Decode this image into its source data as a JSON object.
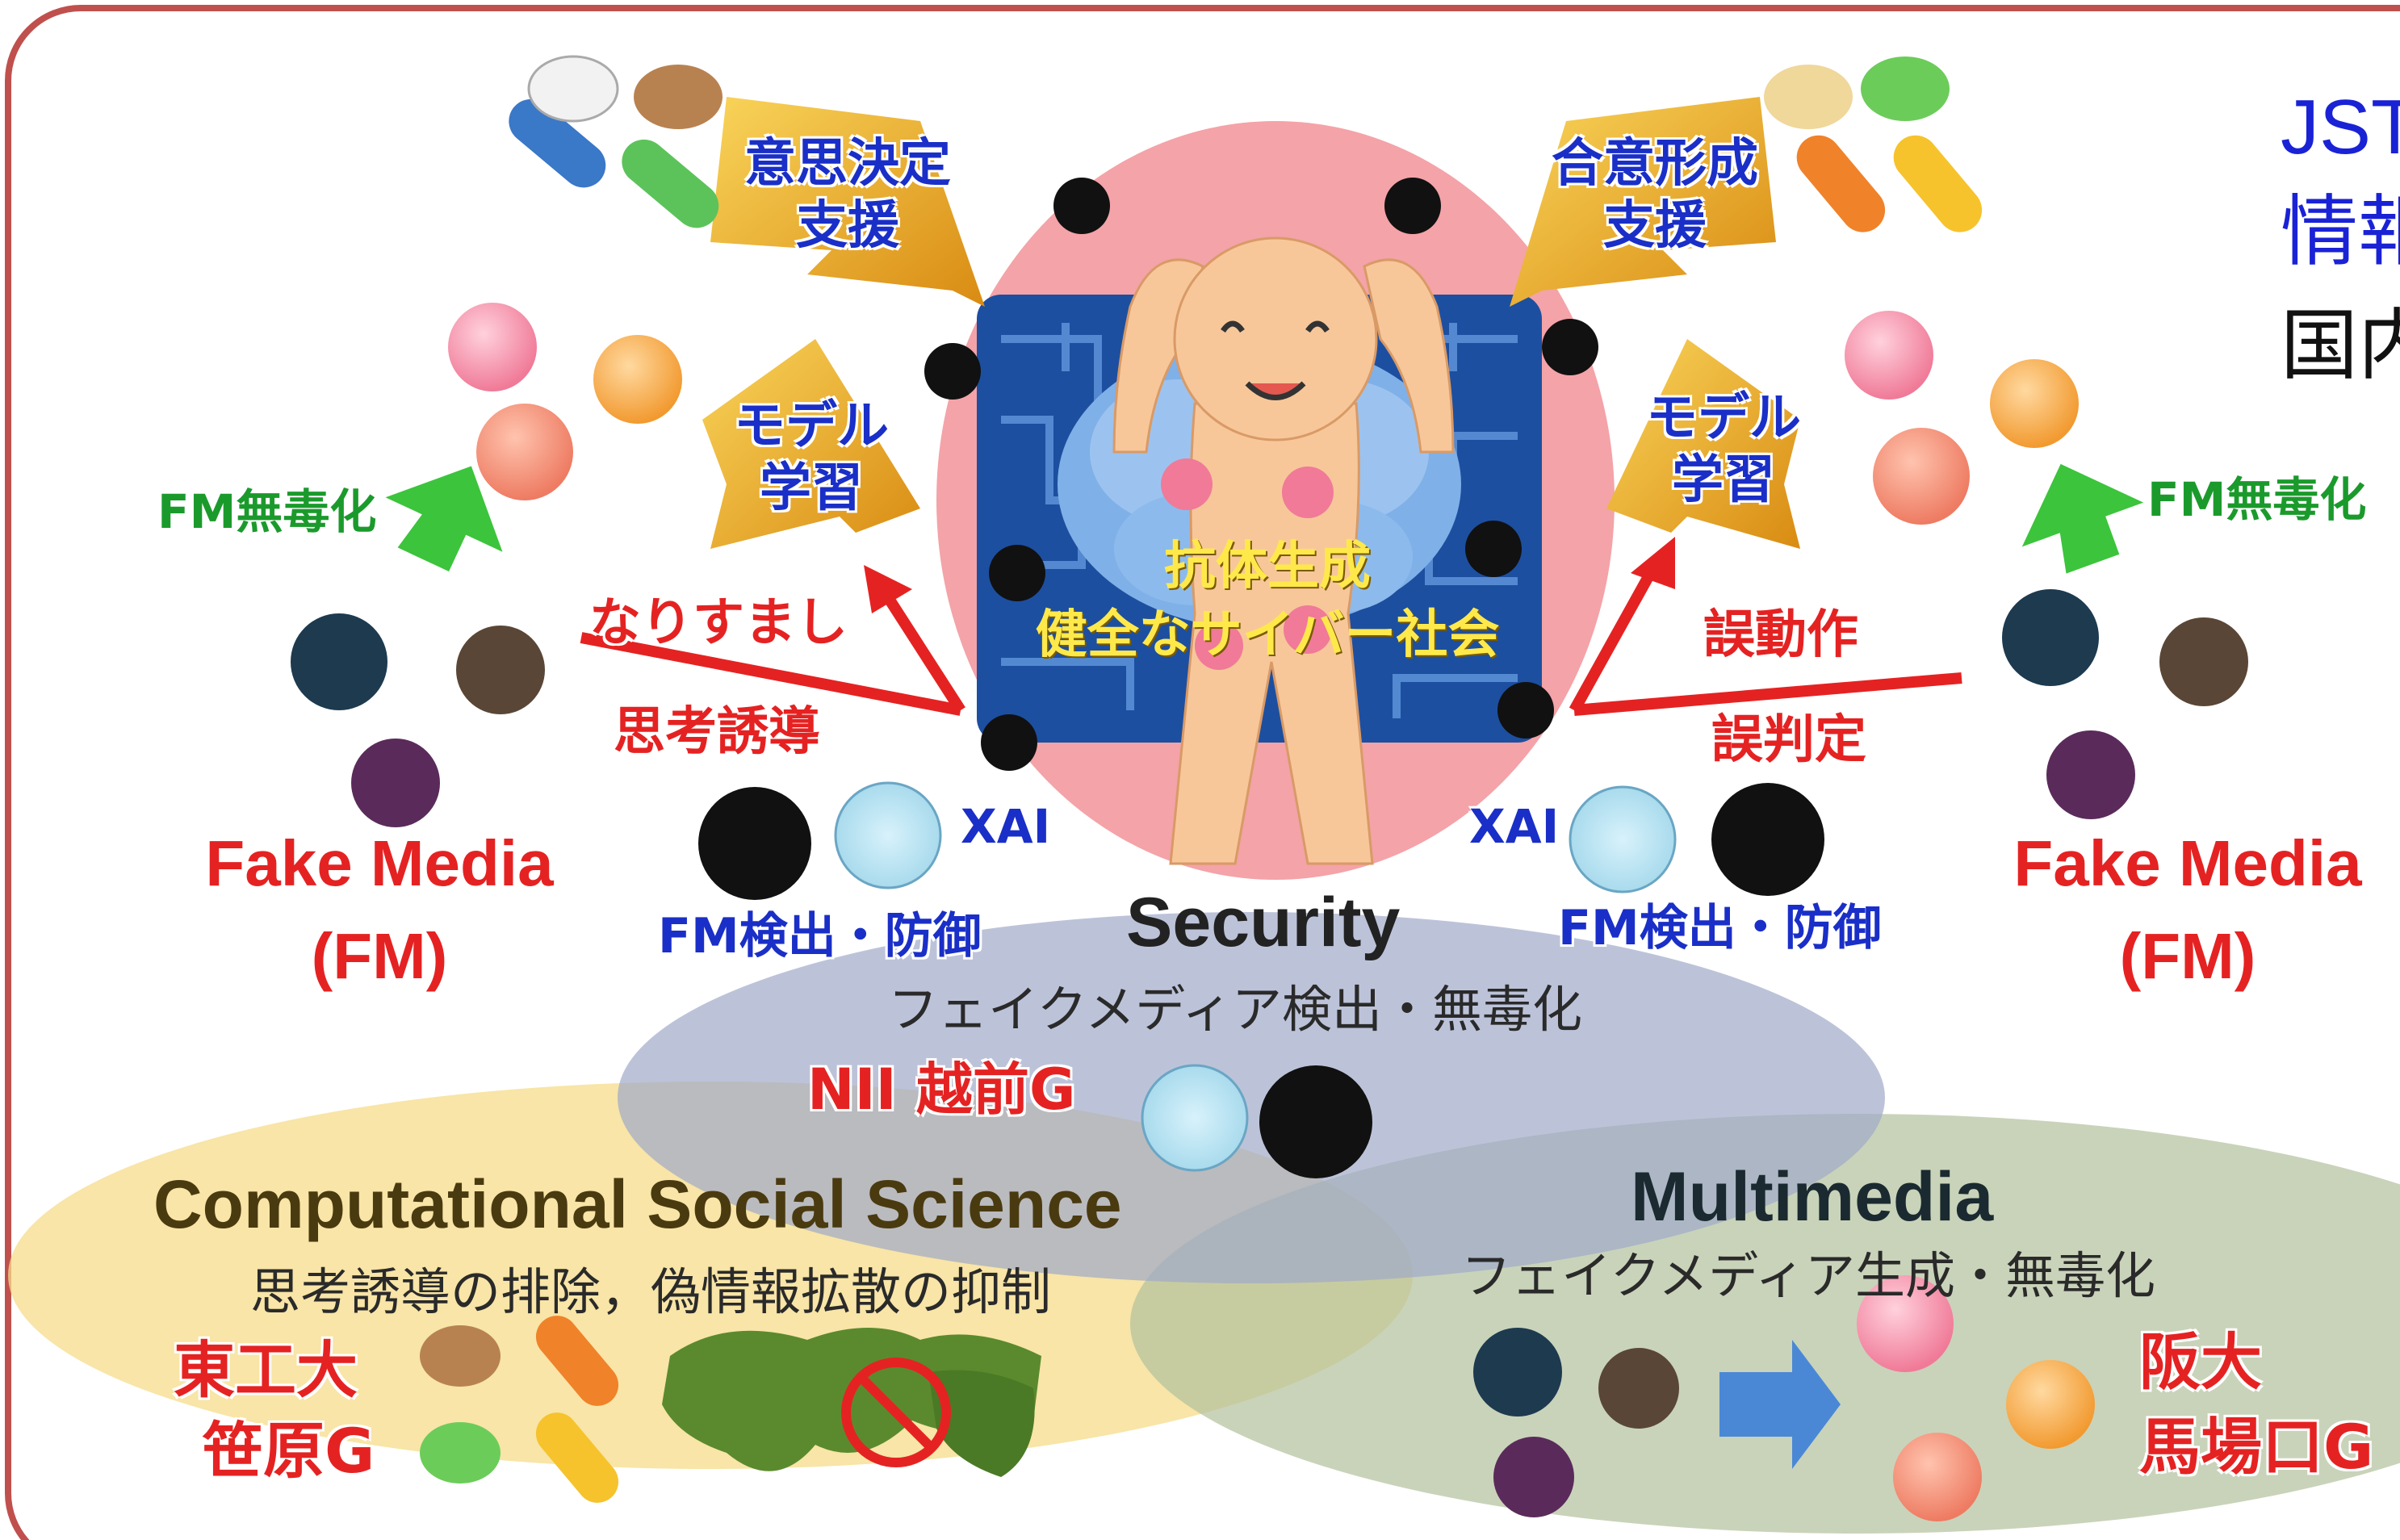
{
  "colors": {
    "frame": "#c0504d",
    "pink_oval": "#f4a3a8",
    "chip_blue": "#1d4fa0",
    "security_oval": "#aab4cf",
    "css_oval": "#f6dc8a",
    "mm_oval": "#b9c7a6",
    "arrow_gold": "#e8a21c",
    "arrow_red": "#e52222",
    "arrow_green": "#3cc43c",
    "arrow_blue": "#4a88d6"
  },
  "top": {
    "left_arrow": "意思決定\n支援",
    "right_arrow": "合意形成\n支援"
  },
  "model_learning_left": "モデル\n学習",
  "model_learning_right": "モデル\n学習",
  "fm_neutralize_left": "FM無毒化",
  "fm_neutralize_right": "FM無毒化",
  "attacks_left": {
    "impersonation": "なりすまし",
    "thought_induction": "思考誘導"
  },
  "attacks_right": {
    "malfunction": "誤動作",
    "misjudgment": "誤判定"
  },
  "center": {
    "line1": "抗体生成",
    "line2": "健全なサイバー社会"
  },
  "xai_left": "XAI",
  "xai_right": "XAI",
  "fm_detect_left": "FM検出・防御",
  "fm_detect_right": "FM検出・防御",
  "fake_media_left": {
    "line1": "Fake Media",
    "line2": "(FM)"
  },
  "fake_media_right": {
    "line1": "Fake Media",
    "line2": "(FM)"
  },
  "security": {
    "title": "Security",
    "subtitle": "フェイクメディア検出・無毒化",
    "group": "NII 越前G"
  },
  "css": {
    "title": "Computational Social Science",
    "subtitle": "思考誘導の排除，偽情報拡散の抑制",
    "group_line1": "東工大",
    "group_line2": "笹原G"
  },
  "multimedia": {
    "title": "Multimedia",
    "subtitle": "フェイクメディア生成・無毒化",
    "group_line1": "阪大",
    "group_line2": "馬場口G"
  },
  "right_edge": {
    "line1": "JST",
    "line2": "情報",
    "line3": "国内"
  },
  "icons": [
    "pill-icon",
    "germ-icon",
    "virus-icon",
    "brain-icon",
    "world-map-icon",
    "prohibited-icon",
    "robot-figure-icon"
  ]
}
